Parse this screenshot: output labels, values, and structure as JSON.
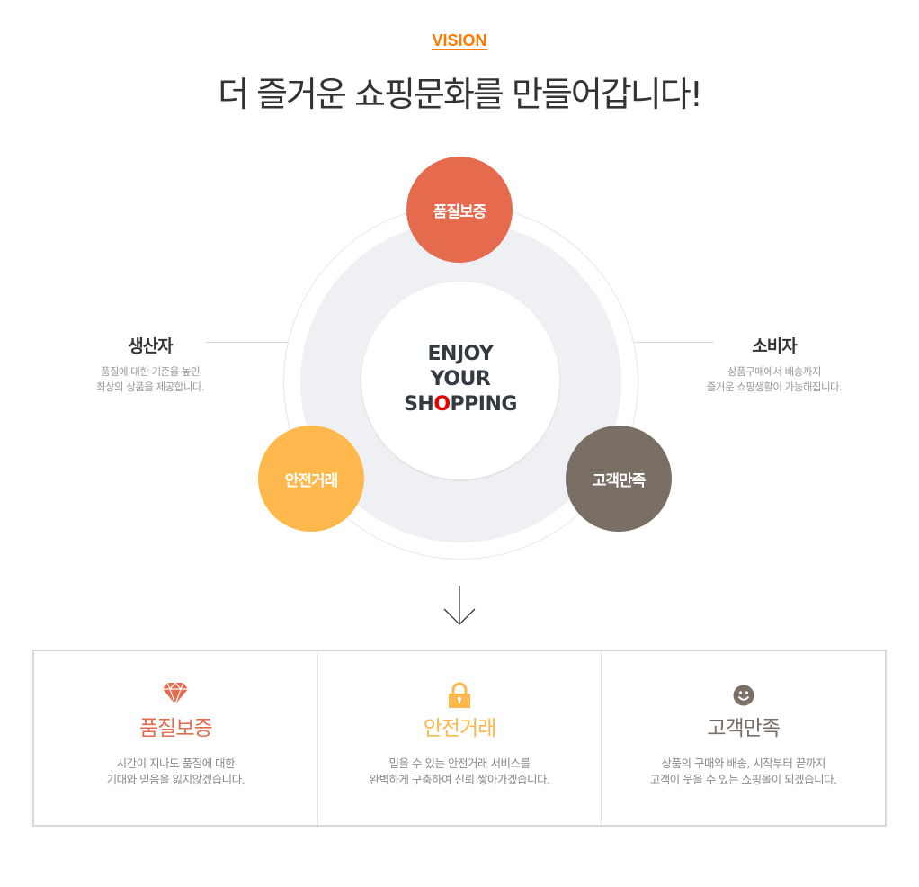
{
  "header": {
    "eyebrow": "VISION",
    "title": "더 즐거운 쇼핑문화를 만들어갑니다!"
  },
  "diagram": {
    "center": {
      "line1": "ENJOY",
      "line2": "YOUR",
      "line3_a": "SH",
      "line3_o": "O",
      "line3_b": "PPING"
    },
    "bubbles": [
      {
        "label": "품질보증",
        "color": "#e66a4e"
      },
      {
        "label": "안전거래",
        "color": "#ffb84b"
      },
      {
        "label": "고객만족",
        "color": "#7a6f65"
      }
    ],
    "producer": {
      "title": "생산자",
      "line1": "품질에 대한 기준을 높인",
      "line2": "최상의 상품을 제공합니다."
    },
    "consumer": {
      "title": "소비자",
      "line1": "상품구매에서 배송까지",
      "line2": "즐거운 쇼핑생활이 가능해집니다."
    }
  },
  "features": [
    {
      "icon": "diamond-icon",
      "title": "품질보증",
      "line1": "시간이 지나도 품질에 대한",
      "line2": "기대와 믿음을 잃지않겠습니다.",
      "color": "#e66a4e"
    },
    {
      "icon": "lock-icon",
      "title": "안전거래",
      "line1": "믿을 수 있는 안전거래 서비스를",
      "line2": "완벽하게 구축하여 신뢰 쌓아가겠습니다.",
      "color": "#ffb84b"
    },
    {
      "icon": "smiley-icon",
      "title": "고객만족",
      "line1": "상품의 구매와 배송, 시작부터 끝까지",
      "line2": "고객이 웃을 수 있는 쇼핑몰이 되겠습니다.",
      "color": "#7a6f65"
    }
  ]
}
